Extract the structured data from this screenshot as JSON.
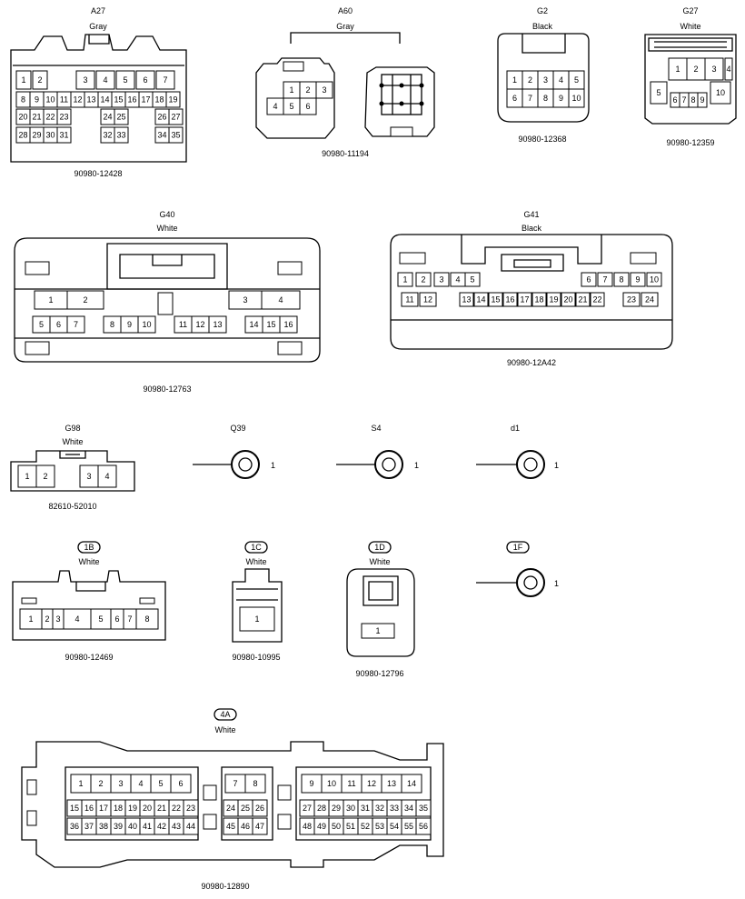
{
  "connectors": [
    {
      "id": "A27",
      "color": "Gray",
      "part": "90980-12428",
      "pins": [
        "1",
        "2",
        "3",
        "4",
        "5",
        "6",
        "7",
        "8",
        "9",
        "10",
        "11",
        "12",
        "13",
        "14",
        "15",
        "16",
        "17",
        "18",
        "19",
        "20",
        "21",
        "22",
        "23",
        "24",
        "25",
        "26",
        "27",
        "28",
        "29",
        "30",
        "31",
        "32",
        "33",
        "34",
        "35"
      ]
    },
    {
      "id": "A60",
      "color": "Gray",
      "part": "90980-11194",
      "pins": [
        "1",
        "2",
        "3",
        "4",
        "5",
        "6"
      ]
    },
    {
      "id": "G2",
      "color": "Black",
      "part": "90980-12368",
      "pins": [
        "1",
        "2",
        "3",
        "4",
        "5",
        "6",
        "7",
        "8",
        "9",
        "10"
      ]
    },
    {
      "id": "G27",
      "color": "White",
      "part": "90980-12359",
      "pins": [
        "1",
        "2",
        "3",
        "4",
        "5",
        "6",
        "7",
        "8",
        "9",
        "10"
      ]
    },
    {
      "id": "G40",
      "color": "White",
      "part": "90980-12763",
      "pins": [
        "1",
        "2",
        "3",
        "4",
        "5",
        "6",
        "7",
        "8",
        "9",
        "10",
        "11",
        "12",
        "13",
        "14",
        "15",
        "16"
      ]
    },
    {
      "id": "G41",
      "color": "Black",
      "part": "90980-12A42",
      "pins": [
        "1",
        "2",
        "3",
        "4",
        "5",
        "6",
        "7",
        "8",
        "9",
        "10",
        "11",
        "12",
        "13",
        "14",
        "15",
        "16",
        "17",
        "18",
        "19",
        "20",
        "21",
        "22",
        "23",
        "24"
      ]
    },
    {
      "id": "G98",
      "color": "White",
      "part": "82610-52010",
      "pins": [
        "1",
        "2",
        "3",
        "4"
      ]
    },
    {
      "id": "Q39",
      "pin": "1"
    },
    {
      "id": "S4",
      "pin": "1"
    },
    {
      "id": "d1",
      "pin": "1"
    },
    {
      "id": "1B",
      "color": "White",
      "part": "90980-12469",
      "pins": [
        "1",
        "2",
        "3",
        "4",
        "5",
        "6",
        "7",
        "8"
      ]
    },
    {
      "id": "1C",
      "color": "White",
      "part": "90980-10995",
      "pins": [
        "1"
      ]
    },
    {
      "id": "1D",
      "color": "White",
      "part": "90980-12796",
      "pins": [
        "1"
      ]
    },
    {
      "id": "1F",
      "pin": "1"
    },
    {
      "id": "4A",
      "color": "White",
      "part": "90980-12890",
      "pins": [
        "1",
        "2",
        "3",
        "4",
        "5",
        "6",
        "7",
        "8",
        "9",
        "10",
        "11",
        "12",
        "13",
        "14",
        "15",
        "16",
        "17",
        "18",
        "19",
        "20",
        "21",
        "22",
        "23",
        "24",
        "25",
        "26",
        "27",
        "28",
        "29",
        "30",
        "31",
        "32",
        "33",
        "34",
        "35",
        "36",
        "37",
        "38",
        "39",
        "40",
        "41",
        "42",
        "43",
        "44",
        "45",
        "46",
        "47",
        "48",
        "49",
        "50",
        "51",
        "52",
        "53",
        "54",
        "55",
        "56"
      ]
    }
  ]
}
